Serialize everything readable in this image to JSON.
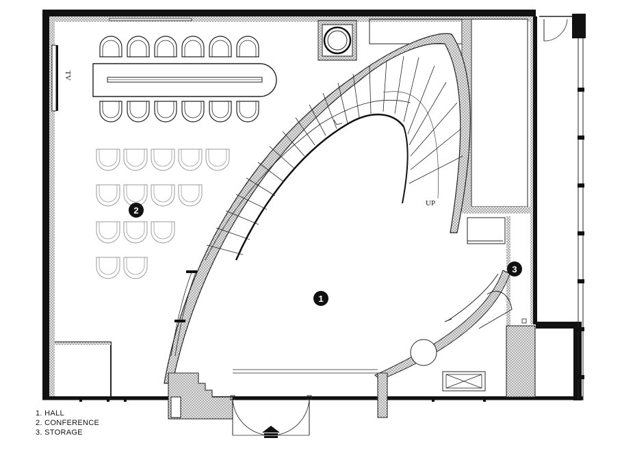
{
  "legend": {
    "items": [
      {
        "num": "1.",
        "name": "HALL"
      },
      {
        "num": "2.",
        "name": "CONFERENCE"
      },
      {
        "num": "3.",
        "name": "STORAGE"
      }
    ]
  },
  "markers": {
    "hall": "1",
    "conference": "2",
    "storage": "3"
  },
  "labels": {
    "tv": "TV",
    "stair_up": "UP"
  },
  "colors": {
    "wall": "#111111",
    "stipple_fill": "#c8c8c8",
    "line": "#222222",
    "background": "#ffffff"
  }
}
